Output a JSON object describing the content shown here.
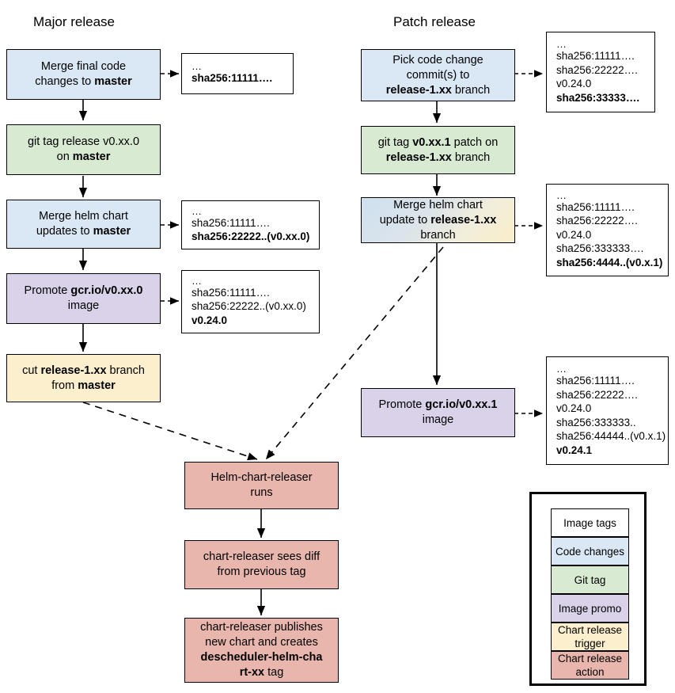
{
  "titles": {
    "major": "Major release",
    "patch": "Patch release"
  },
  "nodes": {
    "merge_final_code": {
      "line1": "Merge final code",
      "line2_pre": "changes to ",
      "line2_bold": "master"
    },
    "git_tag_major": {
      "line1": "git tag release v0.xx.0",
      "line2_pre": "on ",
      "line2_bold": "master"
    },
    "merge_helm_major": {
      "line1": "Merge helm chart",
      "line2_pre": "updates to ",
      "line2_bold": "master"
    },
    "promote_major": {
      "line1_pre": "Promote ",
      "line1_bold": "gcr.io/v0.xx.0",
      "line2": "image"
    },
    "cut_branch": {
      "line1_pre": "cut ",
      "line1_bold": "release-1.xx",
      "line1_post": " branch",
      "line2_pre": "from ",
      "line2_bold": "master"
    },
    "pick_commits": {
      "line1": "Pick code change",
      "line2": "commit(s) to",
      "line3_bold": "release-1.xx",
      "line3_post": " branch"
    },
    "git_tag_patch": {
      "line1_pre": "git tag ",
      "line1_bold": "v0.xx.1",
      "line1_post": " patch on",
      "line2_bold": "release-1.xx",
      "line2_post": " branch"
    },
    "merge_helm_patch": {
      "line1": "Merge helm chart",
      "line2_pre": "update to ",
      "line2_bold": "release-1.xx",
      "line3": "branch"
    },
    "promote_patch": {
      "line1_pre": "Promote ",
      "line1_bold": "gcr.io/v0.xx.1",
      "line2": "image"
    },
    "releaser_runs": {
      "line1": "Helm-chart-releaser",
      "line2": "runs"
    },
    "releaser_diff": {
      "line1": "chart-releaser sees diff",
      "line2": "from previous tag"
    },
    "releaser_publish": {
      "line1": "chart-releaser publishes",
      "line2": "new chart and creates",
      "line3_bold": "descheduler-helm-cha",
      "line4_bold": "rt-xx",
      "line4_post": " tag"
    }
  },
  "details": {
    "d1": {
      "lines": [
        {
          "text": "…",
          "bold": false,
          "dots": true
        },
        {
          "text": "sha256:11111….",
          "bold": true
        }
      ]
    },
    "d2": {
      "lines": [
        {
          "text": "…",
          "bold": false,
          "dots": true
        },
        {
          "text": "sha256:11111….",
          "bold": false
        },
        {
          "text": "sha256:22222..(v0.xx.0)",
          "bold": true
        }
      ]
    },
    "d3": {
      "lines": [
        {
          "text": "…",
          "bold": false,
          "dots": true
        },
        {
          "text": "sha256:11111….",
          "bold": false
        },
        {
          "text": "sha256:22222..(v0.xx.0)",
          "bold": false
        },
        {
          "text": "v0.24.0",
          "bold": true
        }
      ]
    },
    "d4": {
      "lines": [
        {
          "text": "…",
          "bold": false,
          "dots": true
        },
        {
          "text": "sha256:11111….",
          "bold": false
        },
        {
          "text": "sha256:22222….",
          "bold": false
        },
        {
          "text": "v0.24.0",
          "bold": false
        },
        {
          "text": "sha256:33333….",
          "bold": true
        }
      ]
    },
    "d5": {
      "lines": [
        {
          "text": "…",
          "bold": false,
          "dots": true
        },
        {
          "text": "sha256:11111….",
          "bold": false
        },
        {
          "text": "sha256:22222….",
          "bold": false
        },
        {
          "text": "v0.24.0",
          "bold": false
        },
        {
          "text": "sha256:333333….",
          "bold": false
        },
        {
          "text": "sha256:4444..(v0.x.1)",
          "bold": true
        }
      ]
    },
    "d6": {
      "lines": [
        {
          "text": "…",
          "bold": false,
          "dots": true
        },
        {
          "text": "sha256:11111….",
          "bold": false
        },
        {
          "text": "sha256:22222….",
          "bold": false
        },
        {
          "text": "v0.24.0",
          "bold": false
        },
        {
          "text": "sha256:333333..",
          "bold": false
        },
        {
          "text": "sha256:44444..(v0.x.1)",
          "bold": false
        },
        {
          "text": "v0.24.1",
          "bold": true
        }
      ]
    }
  },
  "legend": {
    "items": [
      {
        "label": "Image tags",
        "color": "#ffffff"
      },
      {
        "label": "Code changes",
        "color": "#dae8f6"
      },
      {
        "label": "Git tag",
        "color": "#d9ead3"
      },
      {
        "label": "Image promo",
        "color": "#d9d2e9"
      },
      {
        "label": "Chart release trigger",
        "color": "#fcefcd"
      },
      {
        "label": "Chart release action",
        "color": "#e8b6ad"
      }
    ]
  }
}
